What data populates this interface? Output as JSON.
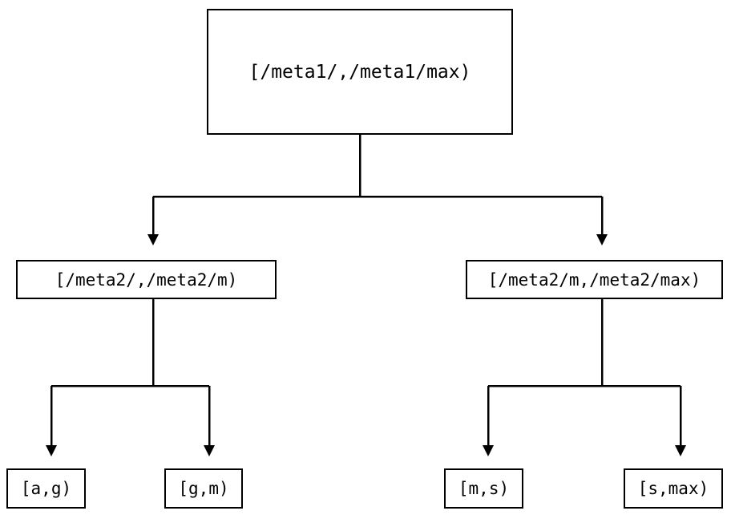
{
  "diagram": {
    "type": "tree",
    "orientation": "top-down",
    "stroke_color": "#000000",
    "background_color": "#ffffff",
    "node_fill": "#ffffff",
    "edge_arrowhead": "filled-triangle-down",
    "nodes": {
      "root": {
        "id": "root",
        "label": "[/meta1/,/meta1/max)",
        "level": 0
      },
      "left_mid": {
        "id": "left-mid",
        "label": "[/meta2/,/meta2/m)",
        "level": 1
      },
      "right_mid": {
        "id": "right-mid",
        "label": "[/meta2/m,/meta2/max)",
        "level": 1
      },
      "leaves": [
        {
          "id": "leaf-a-g",
          "label": "[a,g)",
          "level": 2
        },
        {
          "id": "leaf-g-m",
          "label": "[g,m)",
          "level": 2
        },
        {
          "id": "leaf-m-s",
          "label": "[m,s)",
          "level": 2
        },
        {
          "id": "leaf-s-max",
          "label": "[s,max)",
          "level": 2
        }
      ]
    },
    "edges": [
      {
        "from": "root",
        "to": "left-mid"
      },
      {
        "from": "root",
        "to": "right-mid"
      },
      {
        "from": "left-mid",
        "to": "leaf-a-g"
      },
      {
        "from": "left-mid",
        "to": "leaf-g-m"
      },
      {
        "from": "right-mid",
        "to": "leaf-m-s"
      },
      {
        "from": "right-mid",
        "to": "leaf-s-max"
      }
    ]
  }
}
